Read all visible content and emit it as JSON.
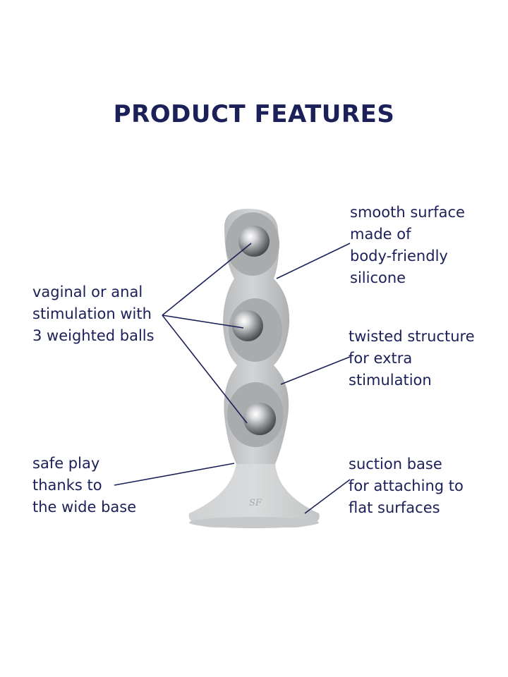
{
  "title": "PRODUCT FEATURES",
  "features": {
    "smooth": [
      "smooth surface",
      "made of",
      "body-friendly",
      "silicone"
    ],
    "balls": [
      "vaginal or anal",
      "stimulation with",
      "3 weighted balls"
    ],
    "twisted": [
      "twisted structure",
      "for extra",
      "stimulation"
    ],
    "safe": [
      "safe play",
      "thanks to",
      "the wide base"
    ],
    "suction": [
      "suction base",
      "for attaching to",
      "flat surfaces"
    ]
  },
  "logo_mark": "SF",
  "colors": {
    "text": "#1c2058",
    "product": "#c9cbcc",
    "product_shade": "#b7b9bb",
    "leader_lines": "#1c2058"
  },
  "icons": [
    "product-image",
    "weighted-ball-icon",
    "logo-mark-icon"
  ]
}
